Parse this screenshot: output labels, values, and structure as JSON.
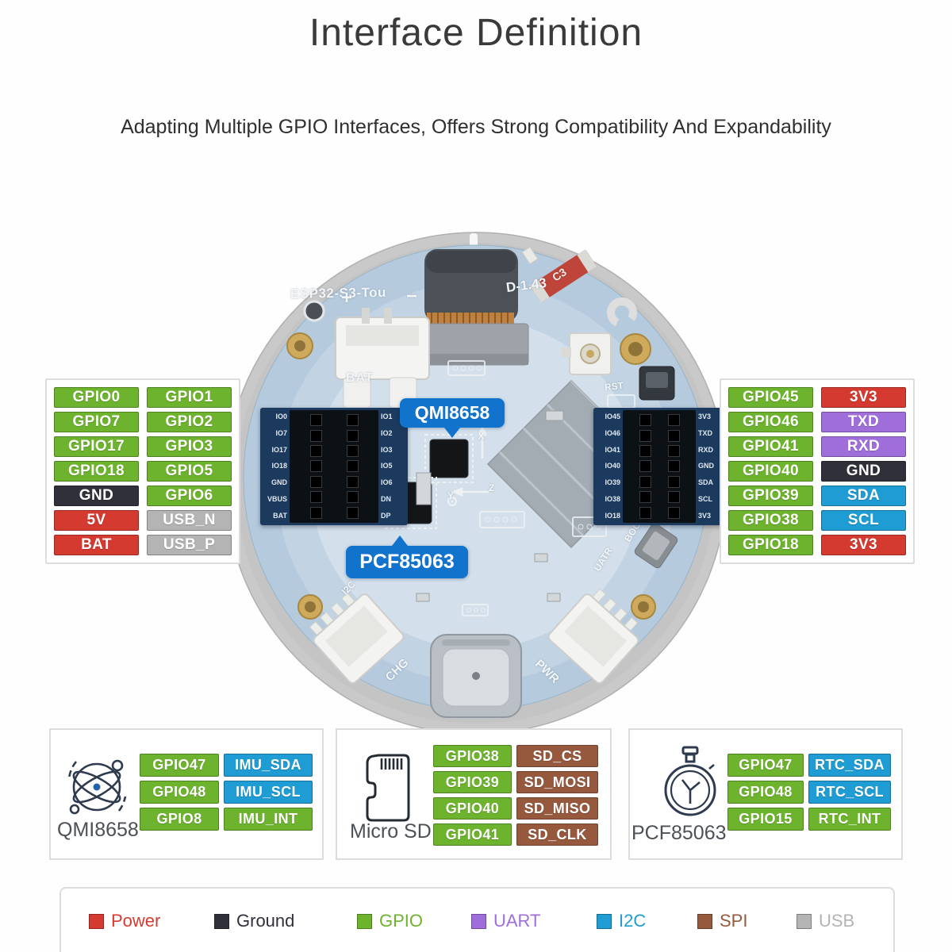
{
  "title": "Interface Definition",
  "subtitle": "Adapting Multiple GPIO Interfaces, Offers Strong Compatibility And Expandability",
  "colors": {
    "power": "#d53a30",
    "ground": "#30303a",
    "gpio": "#6db32e",
    "uart": "#a06edb",
    "i2c": "#1f9cd3",
    "spi": "#96593e",
    "usb": "#b4b4b4",
    "callout": "#1273cc"
  },
  "left_table": {
    "rows": [
      [
        {
          "label": "GPIO0",
          "type": "gpio"
        },
        {
          "label": "GPIO1",
          "type": "gpio"
        }
      ],
      [
        {
          "label": "GPIO7",
          "type": "gpio"
        },
        {
          "label": "GPIO2",
          "type": "gpio"
        }
      ],
      [
        {
          "label": "GPIO17",
          "type": "gpio"
        },
        {
          "label": "GPIO3",
          "type": "gpio"
        }
      ],
      [
        {
          "label": "GPIO18",
          "type": "gpio"
        },
        {
          "label": "GPIO5",
          "type": "gpio"
        }
      ],
      [
        {
          "label": "GND",
          "type": "ground"
        },
        {
          "label": "GPIO6",
          "type": "gpio"
        }
      ],
      [
        {
          "label": "5V",
          "type": "power"
        },
        {
          "label": "USB_N",
          "type": "usb"
        }
      ],
      [
        {
          "label": "BAT",
          "type": "power"
        },
        {
          "label": "USB_P",
          "type": "usb"
        }
      ]
    ]
  },
  "right_table": {
    "rows": [
      [
        {
          "label": "GPIO45",
          "type": "gpio"
        },
        {
          "label": "3V3",
          "type": "power"
        }
      ],
      [
        {
          "label": "GPIO46",
          "type": "gpio"
        },
        {
          "label": "TXD",
          "type": "uart"
        }
      ],
      [
        {
          "label": "GPIO41",
          "type": "gpio"
        },
        {
          "label": "RXD",
          "type": "uart"
        }
      ],
      [
        {
          "label": "GPIO40",
          "type": "gpio"
        },
        {
          "label": "GND",
          "type": "ground"
        }
      ],
      [
        {
          "label": "GPIO39",
          "type": "gpio"
        },
        {
          "label": "SDA",
          "type": "i2c"
        }
      ],
      [
        {
          "label": "GPIO38",
          "type": "gpio"
        },
        {
          "label": "SCL",
          "type": "i2c"
        }
      ],
      [
        {
          "label": "GPIO18",
          "type": "gpio"
        },
        {
          "label": "3V3",
          "type": "power"
        }
      ]
    ]
  },
  "board": {
    "name_left": "ESP32-S3-Tou",
    "name_right": "D-1.43",
    "silk_bat": "BAT",
    "silk_plus": "+",
    "silk_minus": "−",
    "silk_rst": "RST",
    "silk_c3": "C3",
    "silk_chg": "CHG",
    "silk_pwr": "PWR",
    "silk_boot": "BOOT",
    "silk_uart": "UATR",
    "silk_i2c": "I2C",
    "axis_x": "X",
    "axis_y": "Y",
    "axis_z": "Z",
    "callouts": {
      "imu": "QMI8658",
      "rtc": "PCF85063"
    },
    "headers": [
      {
        "left": [
          "IO0",
          "IO7",
          "IO17",
          "IO18",
          "GND",
          "VBUS",
          "BAT"
        ],
        "right": [
          "IO1",
          "IO2",
          "IO3",
          "IO5",
          "IO6",
          "DN",
          "DP"
        ]
      },
      {
        "left": [
          "IO45",
          "IO46",
          "IO41",
          "IO40",
          "IO39",
          "IO38",
          "IO18"
        ],
        "right": [
          "3V3",
          "TXD",
          "RXD",
          "GND",
          "SDA",
          "SCL",
          "3V3"
        ]
      }
    ]
  },
  "groups": [
    {
      "name": "QMI8658",
      "icon": "gyroscope-icon",
      "rows": [
        {
          "pin": "GPIO47",
          "signal": "IMU_SDA",
          "type": "i2c"
        },
        {
          "pin": "GPIO48",
          "signal": "IMU_SCL",
          "type": "i2c"
        },
        {
          "pin": "GPIO8",
          "signal": "IMU_INT",
          "type": "gpio"
        }
      ]
    },
    {
      "name": "Micro SD",
      "icon": "micro-sd-icon",
      "rows": [
        {
          "pin": "GPIO38",
          "signal": "SD_CS",
          "type": "spi"
        },
        {
          "pin": "GPIO39",
          "signal": "SD_MOSI",
          "type": "spi"
        },
        {
          "pin": "GPIO40",
          "signal": "SD_MISO",
          "type": "spi"
        },
        {
          "pin": "GPIO41",
          "signal": "SD_CLK",
          "type": "spi"
        }
      ]
    },
    {
      "name": "PCF85063",
      "icon": "stopwatch-icon",
      "rows": [
        {
          "pin": "GPIO47",
          "signal": "RTC_SDA",
          "type": "i2c"
        },
        {
          "pin": "GPIO48",
          "signal": "RTC_SCL",
          "type": "i2c"
        },
        {
          "pin": "GPIO15",
          "signal": "RTC_INT",
          "type": "gpio"
        }
      ]
    }
  ],
  "legend": [
    {
      "label": "Power",
      "type": "power"
    },
    {
      "label": "Ground",
      "type": "ground"
    },
    {
      "label": "GPIO",
      "type": "gpio"
    },
    {
      "label": "UART",
      "type": "uart"
    },
    {
      "label": "I2C",
      "type": "i2c"
    },
    {
      "label": "SPI",
      "type": "spi"
    },
    {
      "label": "USB",
      "type": "usb"
    }
  ]
}
